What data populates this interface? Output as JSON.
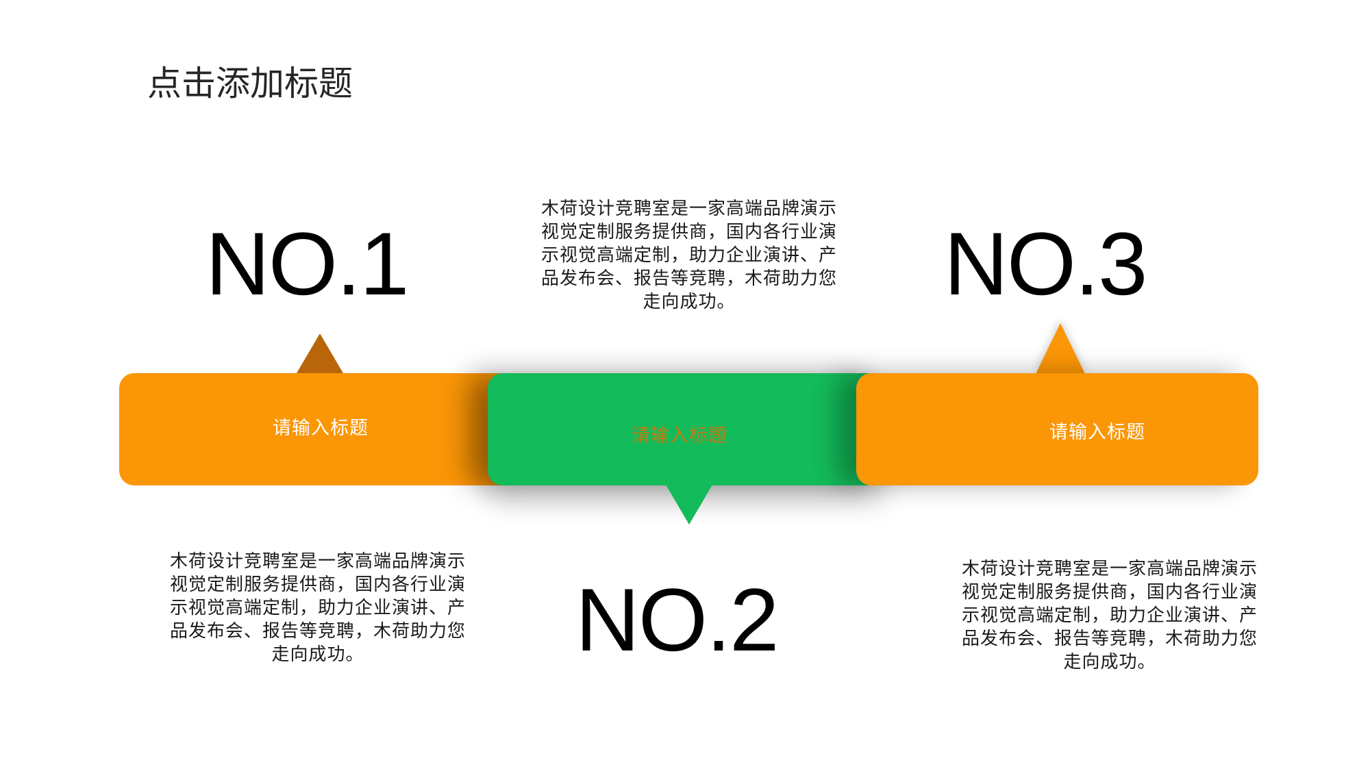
{
  "slide": {
    "title": "点击添加标题"
  },
  "items": [
    {
      "number": "NO.1",
      "label": "请输入标题",
      "color": "#fb9606",
      "description": "木荷设计竞聘室是一家高端品牌演示视觉定制服务提供商，国内各行业演示视觉高端定制，助力企业演讲、产品发布会、报告等竞聘，木荷助力您走向成功。"
    },
    {
      "number": "NO.2",
      "label": "请输入标题",
      "color": "#13bb5a",
      "description": "木荷设计竞聘室是一家高端品牌演示视觉定制服务提供商，国内各行业演示视觉高端定制，助力企业演讲、产品发布会、报告等竞聘，木荷助力您走向成功。"
    },
    {
      "number": "NO.3",
      "label": "请输入标题",
      "color": "#fb9606",
      "description": "木荷设计竞聘室是一家高端品牌演示视觉定制服务提供商，国内各行业演示视觉高端定制，助力企业演讲、产品发布会、报告等竞聘，木荷助力您走向成功。"
    }
  ]
}
